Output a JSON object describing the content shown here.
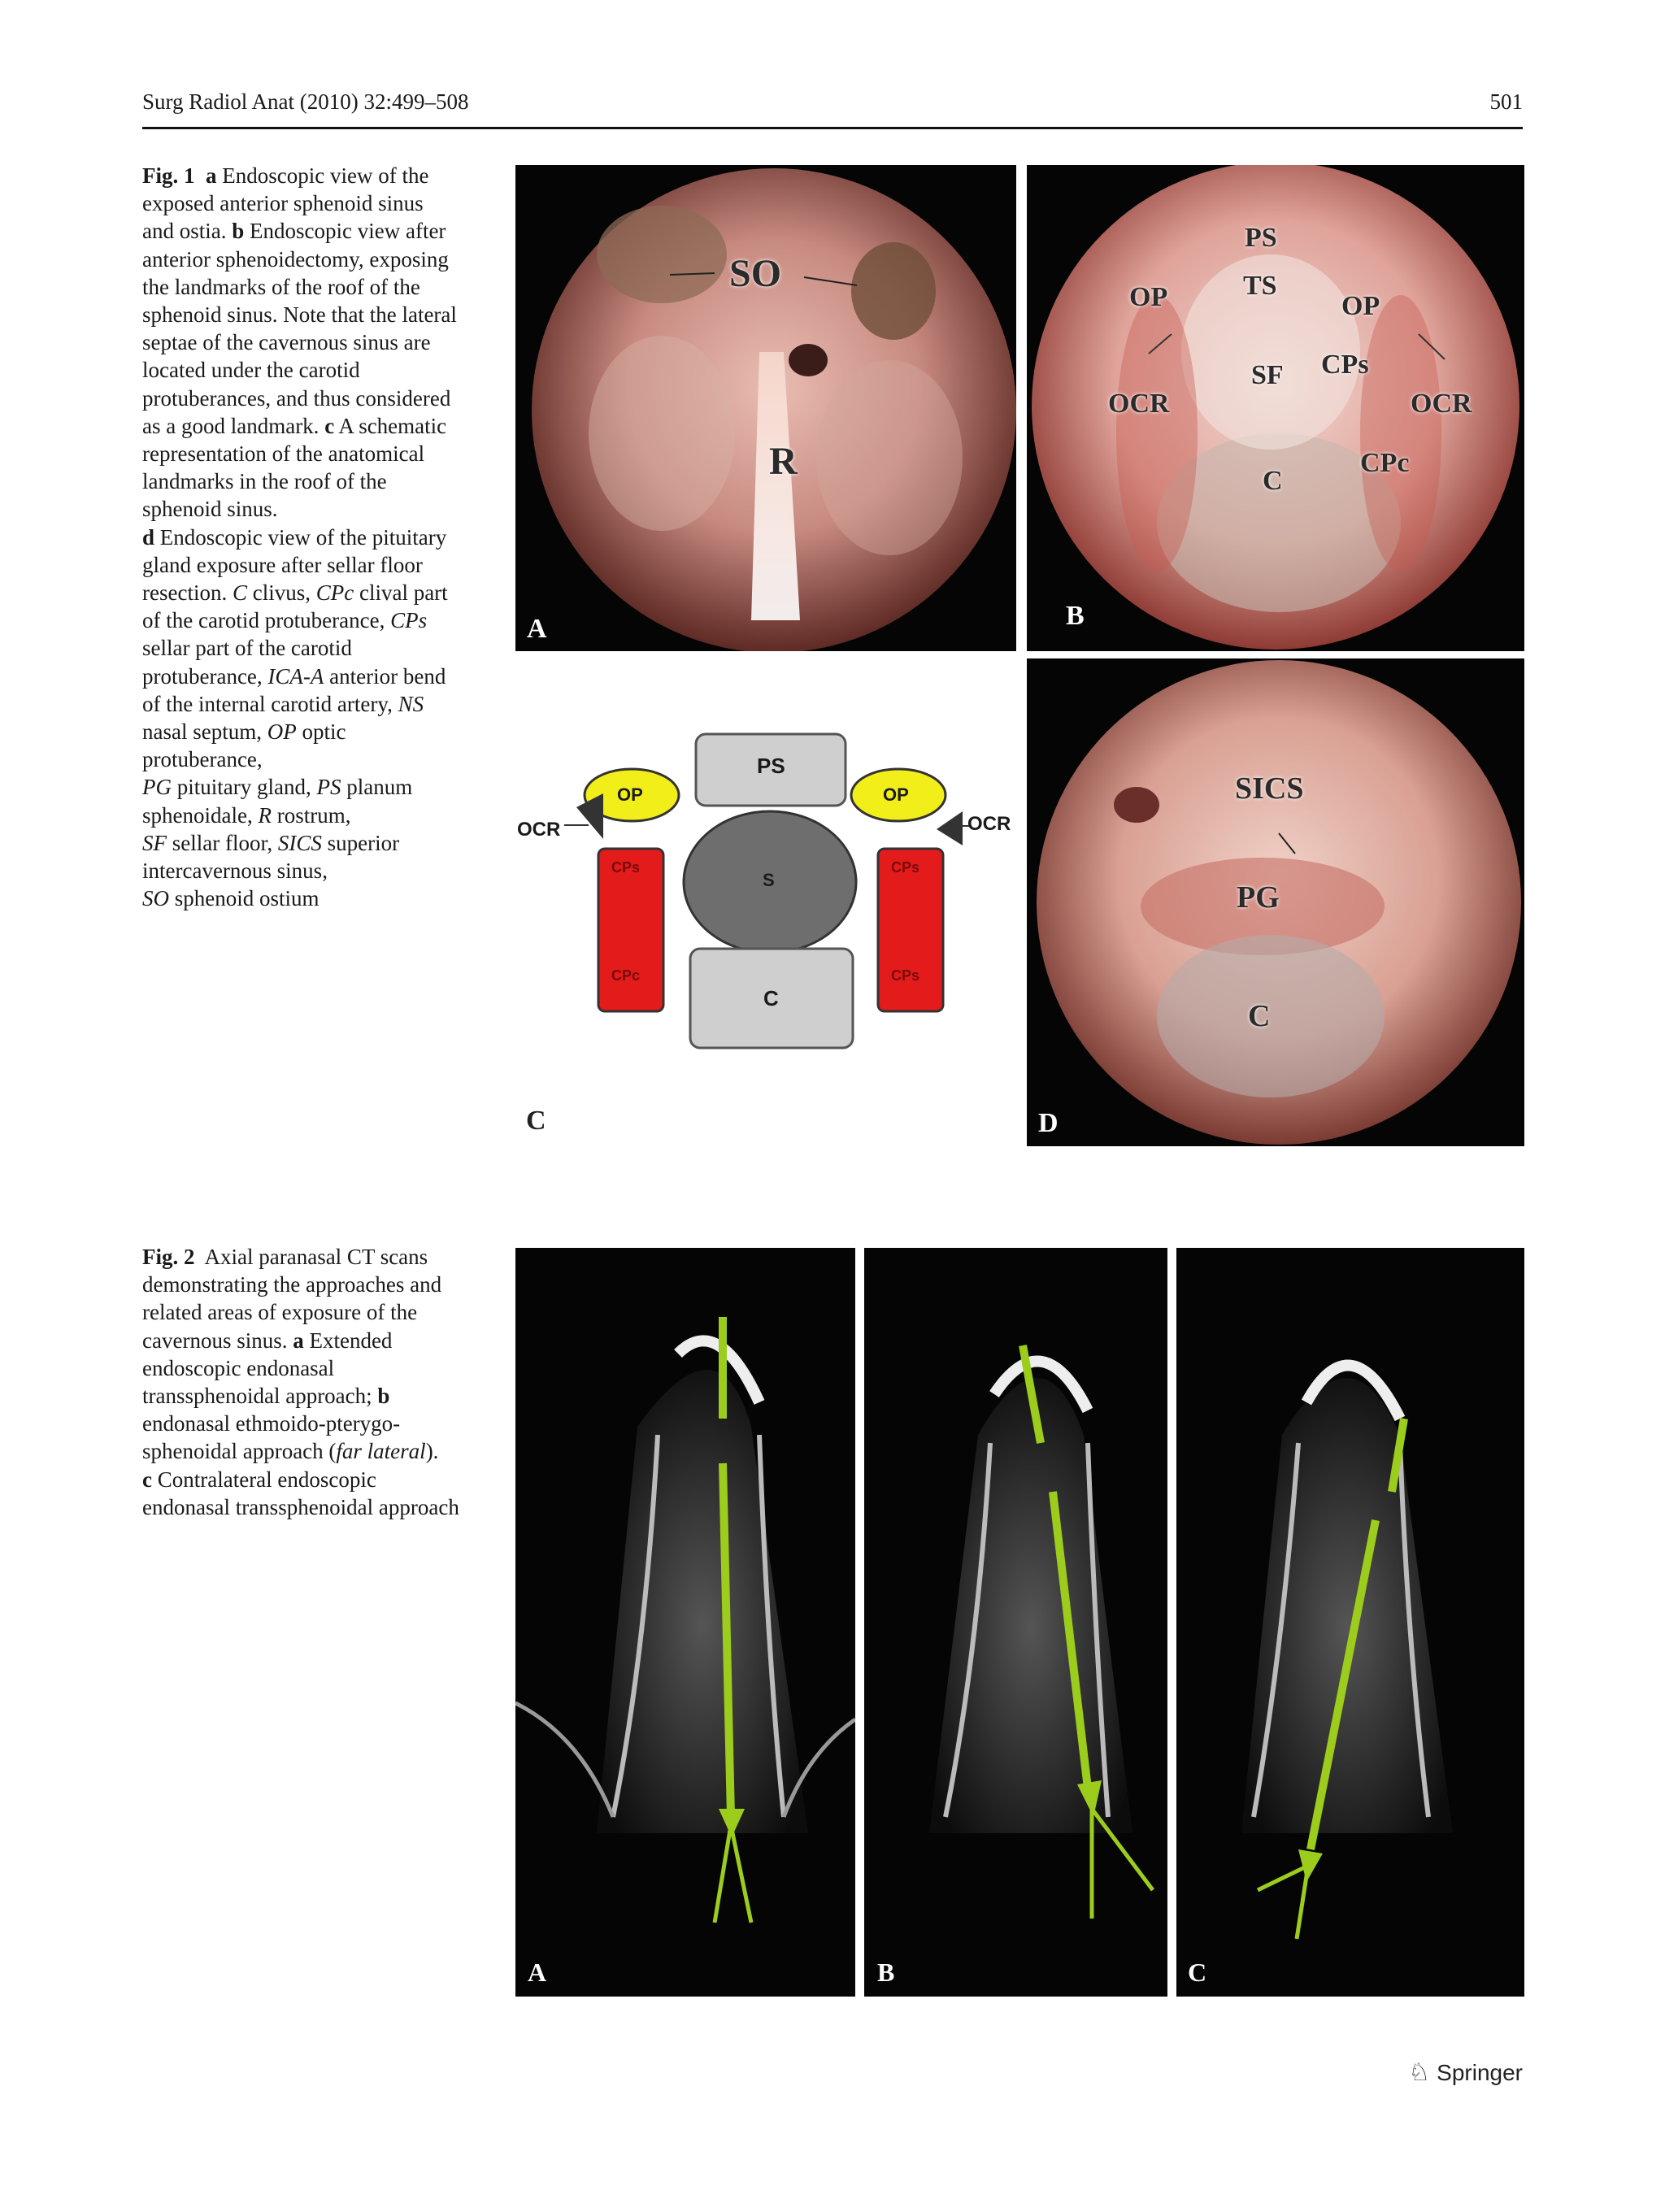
{
  "header": {
    "journal": "Surg Radiol Anat (2010) 32:499–508",
    "page_number": "501"
  },
  "figure1": {
    "caption_html": "<b>Fig. 1</b>&nbsp; <b>a</b> Endoscopic view of the exposed anterior sphenoid sinus and ostia. <b>b</b> Endoscopic view after anterior sphenoidectomy, exposing the landmarks of the roof of the sphenoid sinus. Note that the lateral septae of the cavernous sinus are located under the carotid protuberances, and thus considered as a good landmark. <b>c</b> A schematic representation of the anatomical landmarks in the roof of the sphenoid sinus.<br><b>d</b> Endoscopic view of the pituitary gland exposure after sellar floor resection. <i>C</i> clivus, <i>CPc</i> clival part of the carotid protuberance, <i>CPs</i> sellar part of the carotid protuberance, <i>ICA-A</i> anterior bend of the internal carotid artery, <i>NS</i> nasal septum, <i>OP</i> optic protuberance,<br><i>PG</i> pituitary gland, <i>PS</i> planum sphenoidale, <i>R</i> rostrum,<br><i>SF</i> sellar floor, <i>SICS</i> superior intercavernous sinus,<br><i>SO</i> sphenoid ostium",
    "panel_a": {
      "letter": "A",
      "labels": {
        "so": "SO",
        "r": "R"
      }
    },
    "panel_b": {
      "letter": "B",
      "labels": {
        "ps": "PS",
        "ts": "TS",
        "op_left": "OP",
        "op_right": "OP",
        "sf": "SF",
        "cps": "CPs",
        "ocr_left": "OCR",
        "ocr_right": "OCR",
        "cpc": "CPc",
        "c": "C"
      }
    },
    "panel_c": {
      "letter": "C",
      "labels": {
        "ps": "PS",
        "s": "S",
        "c": "C",
        "op_left": "OP",
        "op_right": "OP",
        "ocr_left": "OCR",
        "ocr_right": "OCR",
        "cps_left": "CPs",
        "cpc_left": "CPc",
        "cps_right": "CPs",
        "cpc_right": "CPs"
      },
      "colors": {
        "yellow": "#f2ee1a",
        "red": "#e31b1b",
        "grey_box": "#cfcfcf",
        "grey_oval": "#6e6e6e",
        "arrow": "#333333"
      }
    },
    "panel_d": {
      "letter": "D",
      "labels": {
        "sics": "SICS",
        "pg": "PG",
        "c": "C"
      }
    }
  },
  "figure2": {
    "caption_html": "<b>Fig. 2</b>&nbsp; Axial paranasal CT scans demonstrating the approaches and related areas of exposure of the cavernous sinus. <b>a</b> Extended endoscopic endonasal transsphenoidal approach; <b>b</b> endonasal ethmoido-pterygo-sphenoidal approach (<i>far lateral</i>).<br><b>c</b> Contralateral endoscopic endonasal transsphenoidal approach",
    "panels": [
      {
        "letter": "A"
      },
      {
        "letter": "B"
      },
      {
        "letter": "C"
      }
    ],
    "arrow_color": "#9ccc1c"
  },
  "footer": {
    "publisher": "Springer"
  }
}
